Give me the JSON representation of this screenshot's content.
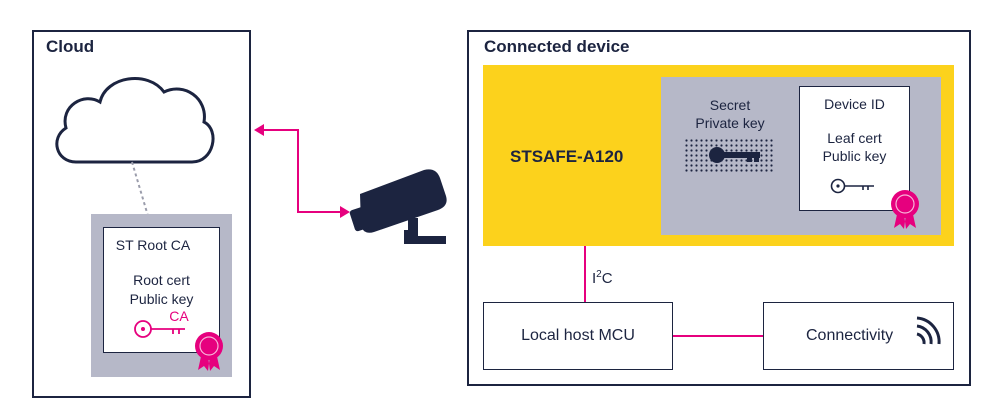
{
  "cloud": {
    "title": "Cloud",
    "root_card": {
      "title": "ST Root CA",
      "cert_line1": "Root cert",
      "cert_line2": "Public key",
      "ca_tag": "CA"
    }
  },
  "device": {
    "title": "Connected device",
    "chip_label": "STSAFE-A120",
    "secret_line1": "Secret",
    "secret_line2": "Private key",
    "id_card": {
      "title": "Device ID",
      "cert_line1": "Leaf cert",
      "cert_line2": "Public key"
    },
    "bus_label_prefix": "I",
    "bus_label_sup": "2",
    "bus_label_suffix": "C",
    "mcu_label": "Local host MCU",
    "connectivity_label": "Connectivity"
  },
  "icons": [
    "cloud-icon",
    "camera-icon",
    "key-icon",
    "ribbon-badge-icon",
    "wireless-signal-icon"
  ],
  "colors": {
    "navy": "#1c2440",
    "accent_pink": "#e6007e",
    "chip_yellow": "#fcd21c",
    "panel_gray": "#b6b8c8"
  }
}
